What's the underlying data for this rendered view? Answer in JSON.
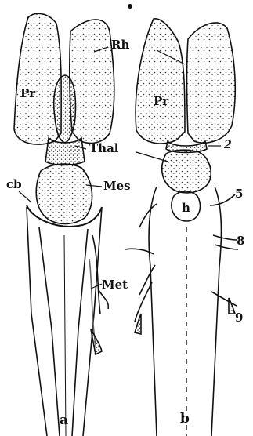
{
  "labels": {
    "rh": "Rh",
    "pr_a": "Pr",
    "pr_b": "Pr",
    "thal": "Thal",
    "mes": "Mes",
    "cb": "cb",
    "h": "h",
    "met": "Met",
    "n2": "2",
    "n5": "5",
    "n8": "8",
    "n9": "9",
    "panel_a": "a",
    "panel_b": "b"
  },
  "colors": {
    "ink": "#111111",
    "stipple": "#333333",
    "background": "#ffffff"
  }
}
